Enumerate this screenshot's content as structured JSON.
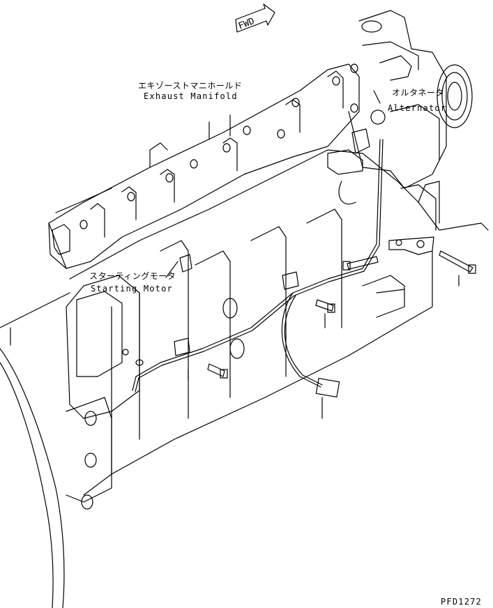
{
  "fwd_arrow": {
    "text": "FWD"
  },
  "labels": {
    "exhaust_manifold_jp": "エキゾーストマニホールド",
    "exhaust_manifold_en": "Exhaust Manifold",
    "alternator_jp": "オルタネータ",
    "alternator_en": "Alternator",
    "starting_motor_jp": "スターティングモータ",
    "starting_motor_en": "Starting Motor"
  },
  "drawing_code": "PFD1272"
}
